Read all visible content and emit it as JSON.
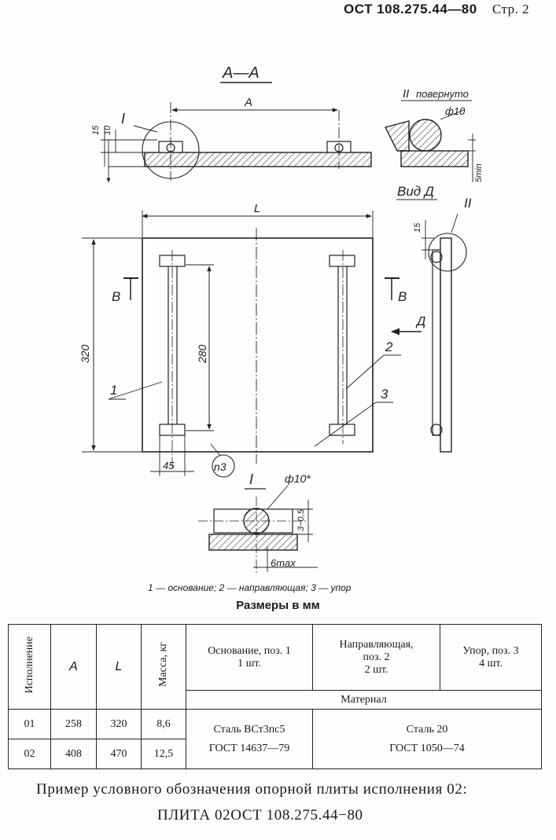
{
  "header": {
    "standard": "ОСТ 108.275.44—80",
    "page": "Стр. 2"
  },
  "drawing": {
    "section_aa": "А—А",
    "callout_I": "I",
    "callout_II": "II",
    "callout_II_note": "повернуто",
    "dim_A": "A",
    "dim_L": "L",
    "dim_15": "15",
    "dim_10": "10",
    "dim_320": "320",
    "dim_280": "280",
    "dim_45": "45",
    "dim_5min": "5min",
    "dim_15b": "15",
    "phi10": "ф10",
    "phi10_star": "ф10*",
    "dim_3": "3−0,5",
    "dim_6max": "6max",
    "view_d": "Вид Д",
    "arrow_d": "Д",
    "section_b_left": "В",
    "section_b_right": "В",
    "pos_1": "1",
    "pos_2": "2",
    "pos_3": "3",
    "n3": "n3",
    "detail_I": "I"
  },
  "legend": "1 — основание; 2 — направляющая; 3 — упор",
  "dimensions_title": "Размеры в мм",
  "table": {
    "col_version": "Исполнение",
    "col_A": "A",
    "col_L": "L",
    "col_mass": "Масса, кг",
    "col_base_1": "Основание, поз. 1",
    "col_base_2": "1 шт.",
    "col_guide_1": "Направляющая,",
    "col_guide_2": "поз. 2",
    "col_guide_3": "2 шт.",
    "col_stop_1": "Упор, поз. 3",
    "col_stop_2": "4 шт.",
    "material": "Материал",
    "rows": [
      {
        "version": "01",
        "A": "258",
        "L": "320",
        "mass": "8,6"
      },
      {
        "version": "02",
        "A": "408",
        "L": "470",
        "mass": "12,5"
      }
    ],
    "mat_base_1": "Сталь ВСт3пс5",
    "mat_base_2": "ГОСТ 14637—79",
    "mat_other_1": "Сталь 20",
    "mat_other_2": "ГОСТ 1050—74"
  },
  "example": "Пример условного обозначения опорной плиты исполнения 02:",
  "designation": "ПЛИТА 02ОСТ 108.275.44−80"
}
